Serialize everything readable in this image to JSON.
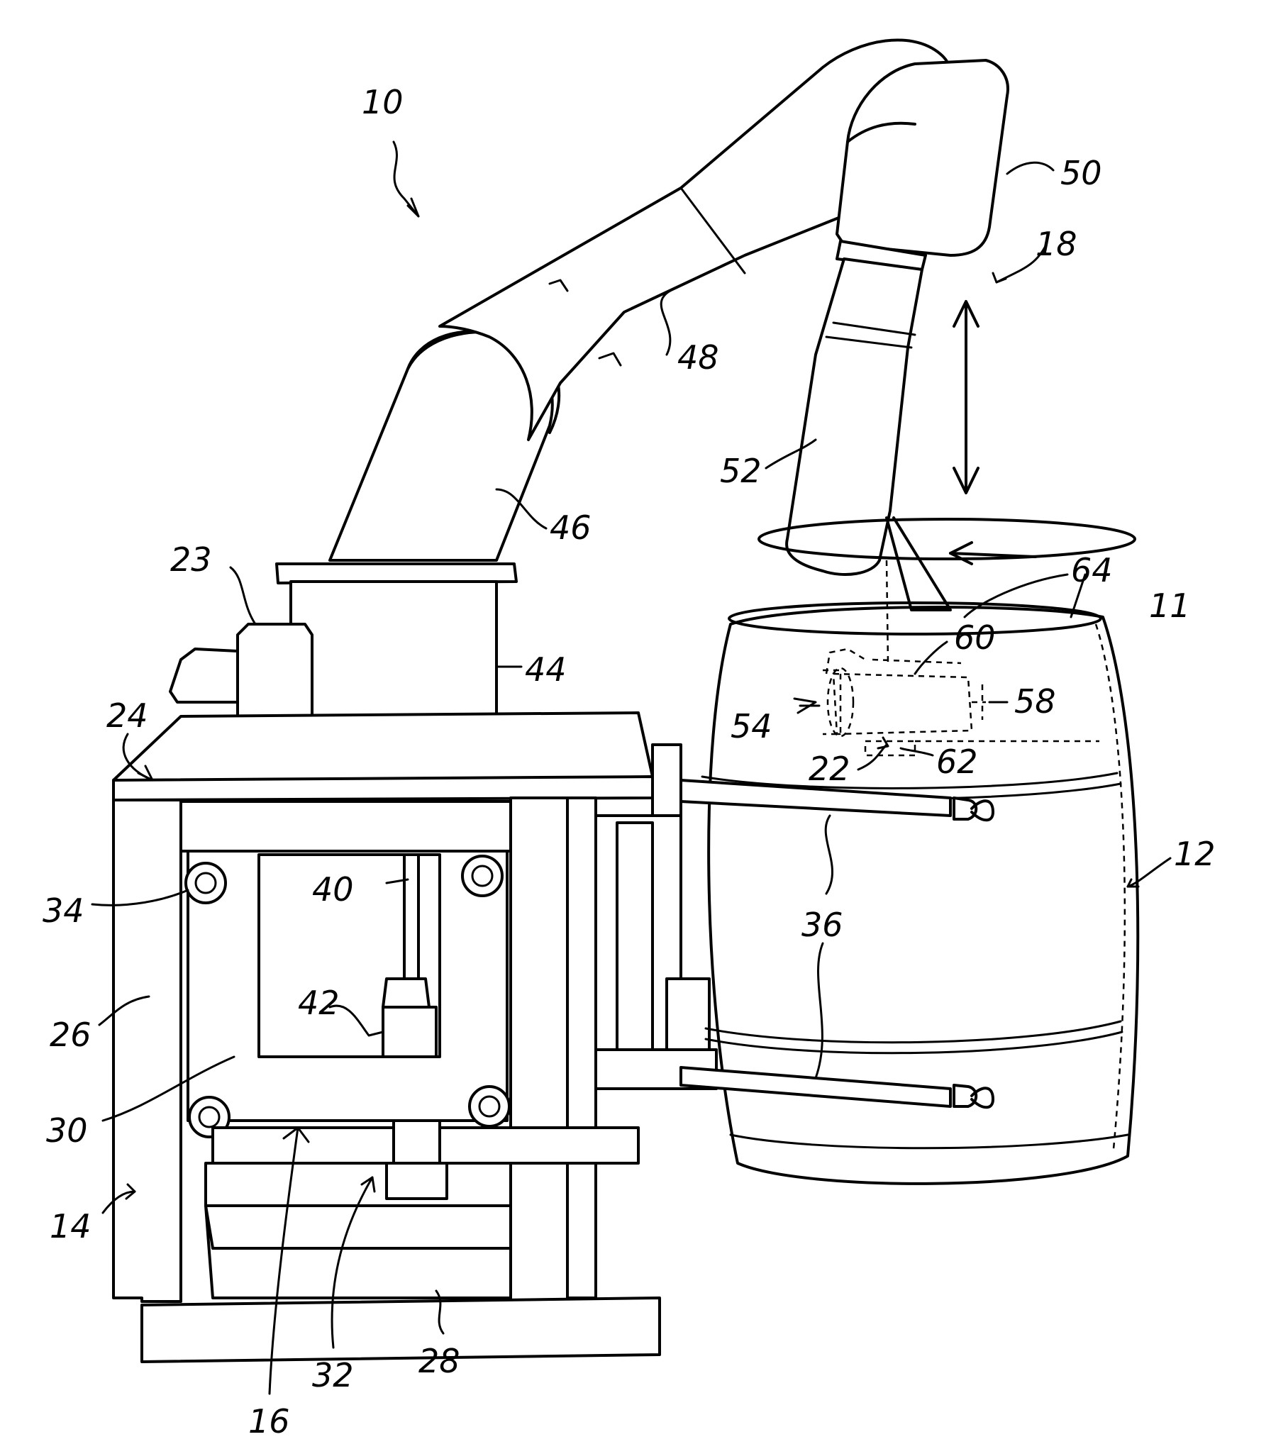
{
  "labels": {
    "l10": "10",
    "l50": "50",
    "l18": "18",
    "l48": "48",
    "l52": "52",
    "l46": "46",
    "l23": "23",
    "l64": "64",
    "l11": "11",
    "l44": "44",
    "l60": "60",
    "l24": "24",
    "l58": "58",
    "l54": "54",
    "l22": "22",
    "l62": "62",
    "l12": "12",
    "l40": "40",
    "l34": "34",
    "l36": "36",
    "l42": "42",
    "l26": "26",
    "l30": "30",
    "l14": "14",
    "l16": "16",
    "l32": "32",
    "l28": "28"
  }
}
